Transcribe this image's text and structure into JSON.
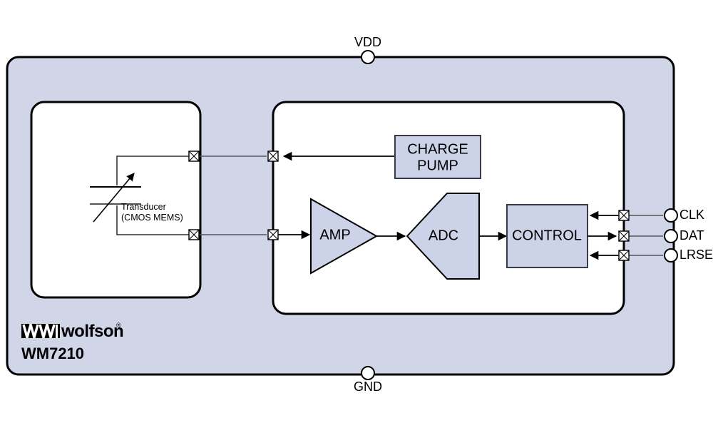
{
  "diagram": {
    "title_part_number": "WM7210",
    "brand": {
      "wordmark": "wolfson",
      "trademark_symbol": "®",
      "mark_name": "wolfson-logo-mark"
    },
    "package": {
      "name": "device-package-outline",
      "fill": "#d0d5e8",
      "stroke": "#000000"
    },
    "colors": {
      "background": "#ffffff",
      "package_fill": "#d0d5e8",
      "die_fill": "#ffffff",
      "block_fill": "#ccd2e8",
      "block_stroke": "#3a3a4a",
      "wire": "#000000",
      "pad_fill": "#ffffff",
      "text": "#000000"
    },
    "dies": [
      {
        "name": "mems-die",
        "label": ""
      },
      {
        "name": "asic-die",
        "label": ""
      }
    ],
    "blocks": [
      {
        "name": "charge-pump-block",
        "label_line1": "CHARGE",
        "label_line2": "PUMP",
        "shape": "rect"
      },
      {
        "name": "amp-block",
        "label": "AMP",
        "shape": "triangle-right"
      },
      {
        "name": "adc-block",
        "label": "ADC",
        "shape": "trapezoid-left"
      },
      {
        "name": "control-block",
        "label": "CONTROL",
        "shape": "rect"
      }
    ],
    "transducer": {
      "name": "transducer-symbol",
      "label_line1": "Transducer",
      "label_line2": "(CMOS MEMS)",
      "symbol": "variable-capacitor"
    },
    "pins": [
      {
        "name": "pin-vdd",
        "label": "VDD",
        "side": "top",
        "direction": "supply"
      },
      {
        "name": "pin-gnd",
        "label": "GND",
        "side": "bottom",
        "direction": "supply"
      },
      {
        "name": "pin-clk",
        "label": "CLK",
        "side": "right",
        "direction": "input"
      },
      {
        "name": "pin-dat",
        "label": "DAT",
        "side": "right",
        "direction": "output"
      },
      {
        "name": "pin-lrsel",
        "label": "LRSEL",
        "side": "right",
        "direction": "input"
      }
    ],
    "bond_pads": [
      {
        "name": "pad-mems-top"
      },
      {
        "name": "pad-mems-bottom"
      },
      {
        "name": "pad-asic-bias"
      },
      {
        "name": "pad-asic-signal"
      },
      {
        "name": "pad-clk"
      },
      {
        "name": "pad-dat"
      },
      {
        "name": "pad-lrsel"
      }
    ]
  }
}
